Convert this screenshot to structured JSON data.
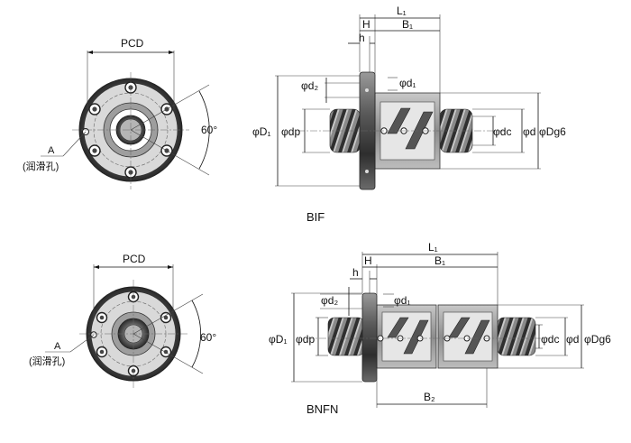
{
  "top": {
    "front": {
      "pcd": "PCD",
      "angle": "60°",
      "lube_label": "A",
      "lube_note": "(润滑孔)"
    },
    "side": {
      "l1": "L₁",
      "b1": "B₁",
      "h_upper": "H",
      "h_lower": "h",
      "phi_d2": "φd₂",
      "phi_d1": "φd₁",
      "phi_D1": "φD₁",
      "phi_dp": "φdp",
      "phi_dc": "φdc",
      "phi_d": "φd",
      "phi_Dg6": "φDg6"
    },
    "caption": "BIF"
  },
  "bottom": {
    "front": {
      "pcd": "PCD",
      "angle": "60°",
      "lube_label": "A",
      "lube_note": "(润滑孔)"
    },
    "side": {
      "l1": "L₁",
      "b1": "B₁",
      "b2": "B₂",
      "h_upper": "h",
      "h_lower": "H",
      "phi_d2": "φd₂",
      "phi_d1": "φd₁",
      "phi_D1": "φD₁",
      "phi_dp": "φdp",
      "phi_dc": "φdc",
      "phi_d": "φd",
      "phi_Dg6": "φDg6"
    },
    "caption": "BNFN"
  },
  "colors": {
    "body": "#555555",
    "body_dark": "#2e2e2e",
    "body_light": "#bdbdbd"
  }
}
